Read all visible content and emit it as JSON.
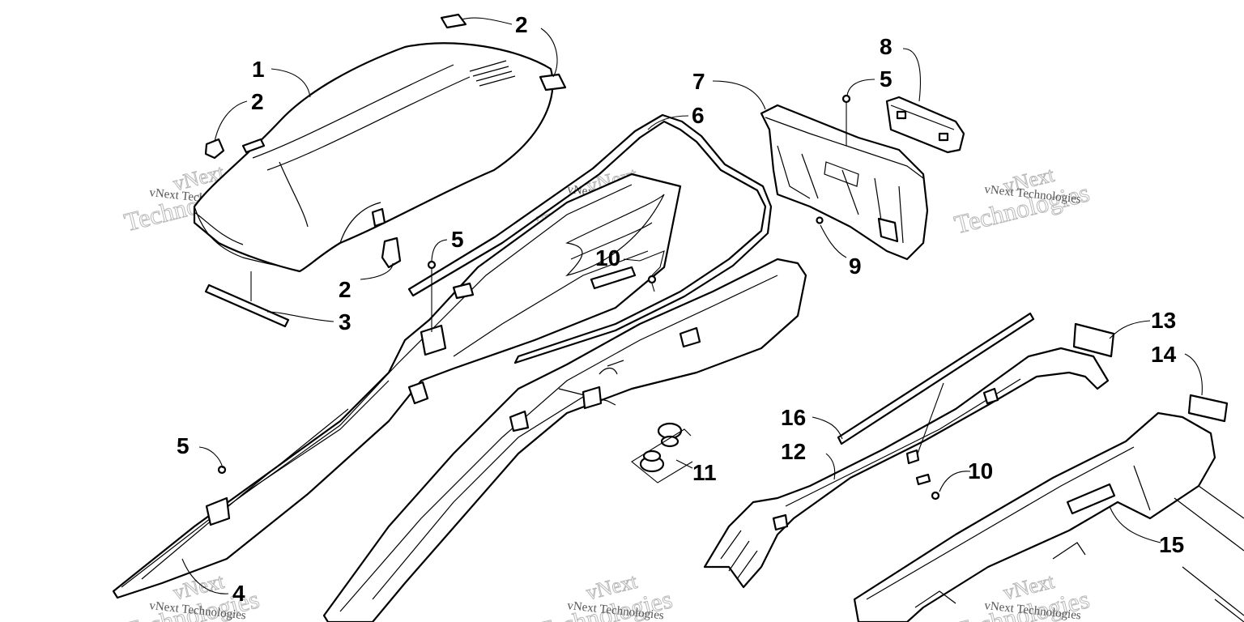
{
  "callouts": [
    {
      "id": "c1",
      "label": "1"
    },
    {
      "id": "c2a",
      "label": "2"
    },
    {
      "id": "c2b",
      "label": "2"
    },
    {
      "id": "c2c",
      "label": "2"
    },
    {
      "id": "c3",
      "label": "3"
    },
    {
      "id": "c4",
      "label": "4"
    },
    {
      "id": "c5a",
      "label": "5"
    },
    {
      "id": "c5b",
      "label": "5"
    },
    {
      "id": "c5c",
      "label": "5"
    },
    {
      "id": "c6",
      "label": "6"
    },
    {
      "id": "c7",
      "label": "7"
    },
    {
      "id": "c8",
      "label": "8"
    },
    {
      "id": "c9",
      "label": "9"
    },
    {
      "id": "c10a",
      "label": "10"
    },
    {
      "id": "c10b",
      "label": "10"
    },
    {
      "id": "c11",
      "label": "11"
    },
    {
      "id": "c12",
      "label": "12"
    },
    {
      "id": "c13",
      "label": "13"
    },
    {
      "id": "c14",
      "label": "14"
    },
    {
      "id": "c15",
      "label": "15"
    },
    {
      "id": "c16",
      "label": "16"
    }
  ],
  "watermark": {
    "small": "vNext Technologies",
    "large_line1": "vNext",
    "large_line2": "Technologies"
  }
}
